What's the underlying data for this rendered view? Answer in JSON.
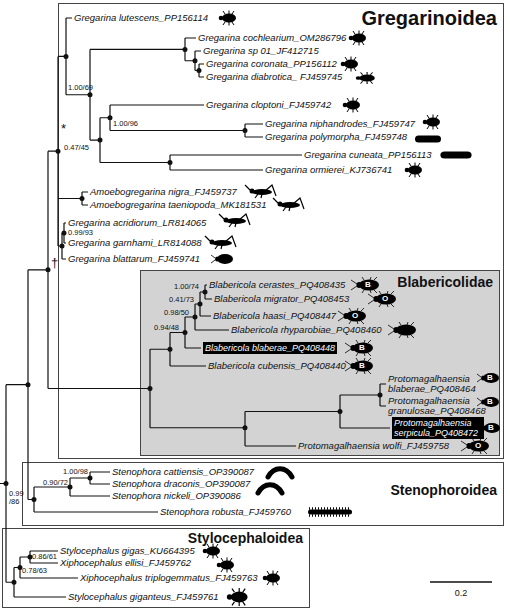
{
  "diagram": {
    "nodes": [
      {
        "text": [
          "Gregarinoidea"
        ]
      },
      {
        "text": [
          "Blabericolidae"
        ],
        "in": 0
      },
      {
        "text": [
          "Blabericola blaberae_PQ408448"
        ],
        "in": 1
      },
      {
        "text": [
          "Protomagalhaensia serpicula_PQ408472"
        ],
        "in": 1
      },
      {
        "text": [
          "Stenophoroidea"
        ]
      },
      {
        "text": [
          "Stylocephaloidea"
        ]
      }
    ],
    "labels": [
      "Gregarina lutescens_PP156114",
      "Gregarina cochlearium_OM286796",
      "Gregarina sp 01_JF412715",
      "Gregarina coronata_PP156112",
      "Gregarina diabrotica_ FJ459745",
      "1.00/69",
      "1.00/96",
      "Gregarina cloptoni_FJ459742",
      "Gregarina niphandrodes_FJ459747",
      "Gregarina polymorpha_FJ459748",
      "*",
      "0.47/45",
      "Gregarina cuneata_PP156113",
      "Gregarina ormierei_KJ736741",
      "Amoebogregarina nigra_FJ459737",
      "Amoebogregarina taeniopoda_MK181531",
      "Gregarina acridiorum_LR814065",
      "0.99/93",
      "Gregarina garnhami_LR814088",
      "Gregarina blattarum_FJ459741",
      "†",
      "Blabericola cerastes_PQ408435",
      "1.00/74",
      "B",
      "Blabericola migrator_PQ408453",
      "0.41/73",
      "O",
      "Blabericola haasi_PQ408447",
      "0.98/50",
      "O",
      "Blabericola rhyparobiae_PQ408460",
      "0.94/48",
      "B",
      "Blabericola cubensis_PQ408440",
      "B",
      "Protomagalhaensia blaberae_PQ408464",
      "B",
      "Protomagalhaensia granulosae_PQ408468",
      "B",
      "B",
      "Protomagalhaensia wolfi_FJ459758",
      "O",
      "Stenophora cattiensis_OP390087",
      "1.00/98",
      "Stenophora draconis_OP390087",
      "0.90/72",
      "Stenophora nickeli_OP390086",
      "0.99 /86",
      "Stenophora robusta_FJ459760",
      "Stylocephalus gigas_KU664395",
      "0.86/61",
      "Xiphocephalus ellisi_FJ459762",
      "0.78/63",
      "Xiphocephalus triplogemmatus_FJ459763",
      "Stylocephalus giganteus_FJ459761",
      "0.2"
    ]
  }
}
